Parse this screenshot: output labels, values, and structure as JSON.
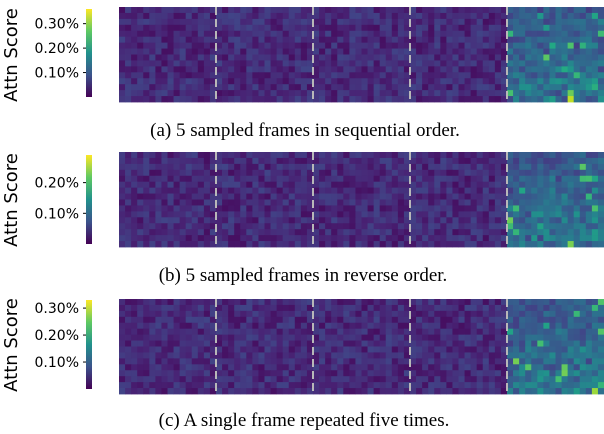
{
  "chart_data": [
    {
      "type": "heatmap",
      "ylabel": "Attn Score",
      "caption": "(a) 5 sampled frames in sequential order.",
      "colorbar": {
        "ticks": [
          "0.10%",
          "0.20%",
          "0.30%"
        ],
        "tick_values": [
          0.1,
          0.2,
          0.3
        ],
        "range": [
          0.0,
          0.36
        ]
      },
      "frames": 5,
      "hot_frame": 5,
      "colormap": "viridis"
    },
    {
      "type": "heatmap",
      "ylabel": "Attn Score",
      "caption": "(b) 5 sampled frames in reverse order.",
      "colorbar": {
        "ticks": [
          "0.10%",
          "0.20%"
        ],
        "tick_values": [
          0.1,
          0.2
        ],
        "range": [
          0.0,
          0.29
        ]
      },
      "frames": 5,
      "hot_frame": 5,
      "colormap": "viridis"
    },
    {
      "type": "heatmap",
      "ylabel": "Attn Score",
      "caption": "(c) A single frame repeated five times.",
      "colorbar": {
        "ticks": [
          "0.10%",
          "0.20%",
          "0.30%"
        ],
        "tick_values": [
          0.1,
          0.2,
          0.3
        ],
        "range": [
          0.0,
          0.33
        ]
      },
      "frames": 5,
      "hot_frame": 5,
      "colormap": "viridis"
    }
  ]
}
